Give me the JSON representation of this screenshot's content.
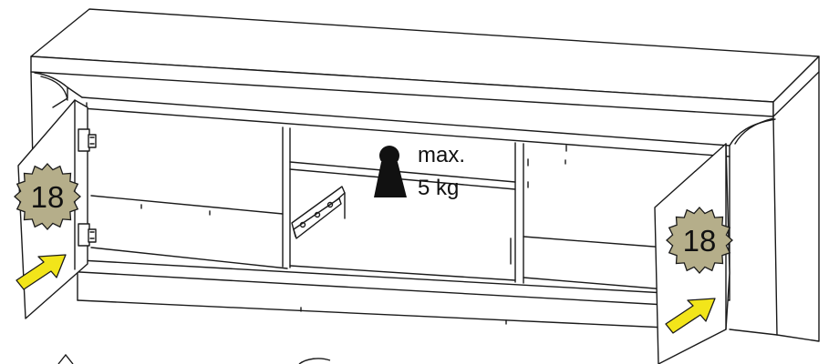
{
  "diagram": {
    "badges": [
      {
        "number": "18",
        "side": "left-door"
      },
      {
        "number": "18",
        "side": "right-door"
      }
    ],
    "weight_limit": {
      "line1": "max.",
      "line2": "5 kg",
      "icon": "weight-icon"
    },
    "arrows": [
      {
        "icon": "push-arrow-icon",
        "side": "left-door"
      },
      {
        "icon": "push-arrow-icon",
        "side": "right-door"
      }
    ],
    "colors": {
      "line": "#1a1a1a",
      "badge_fill": "#b5ae8a",
      "arrow_fill": "#f2e51a",
      "weight_fill": "#111111"
    }
  }
}
